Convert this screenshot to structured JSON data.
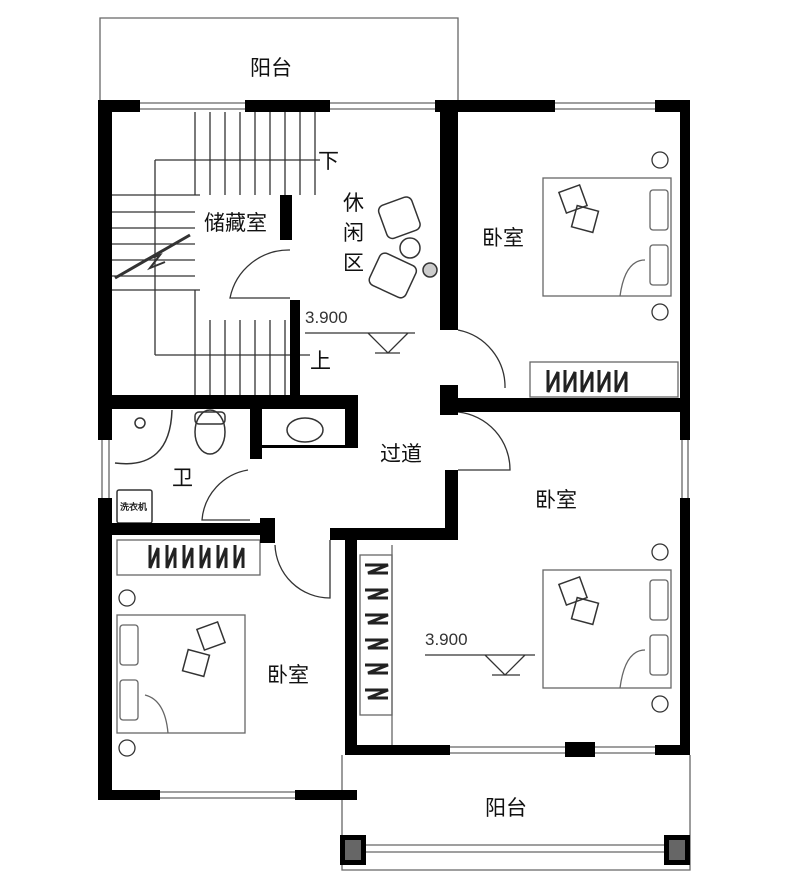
{
  "title": "二层平面图",
  "labels": {
    "balcony_top": "阳台",
    "stair_down": "下",
    "stair_up": "上",
    "lounge": [
      "休",
      "闲",
      "区"
    ],
    "storage": "储藏室",
    "bedroom_ne": "卧室",
    "bedroom_se": "卧室",
    "bedroom_sw": "卧室",
    "bathroom": "卫",
    "washer": "洗衣机",
    "corridor": "过道",
    "balcony_bottom": "阳台",
    "elevation_1": "3.900",
    "elevation_2": "3.900"
  },
  "colors": {
    "wall": "#000000",
    "line": "#555555",
    "bg": "#ffffff"
  }
}
